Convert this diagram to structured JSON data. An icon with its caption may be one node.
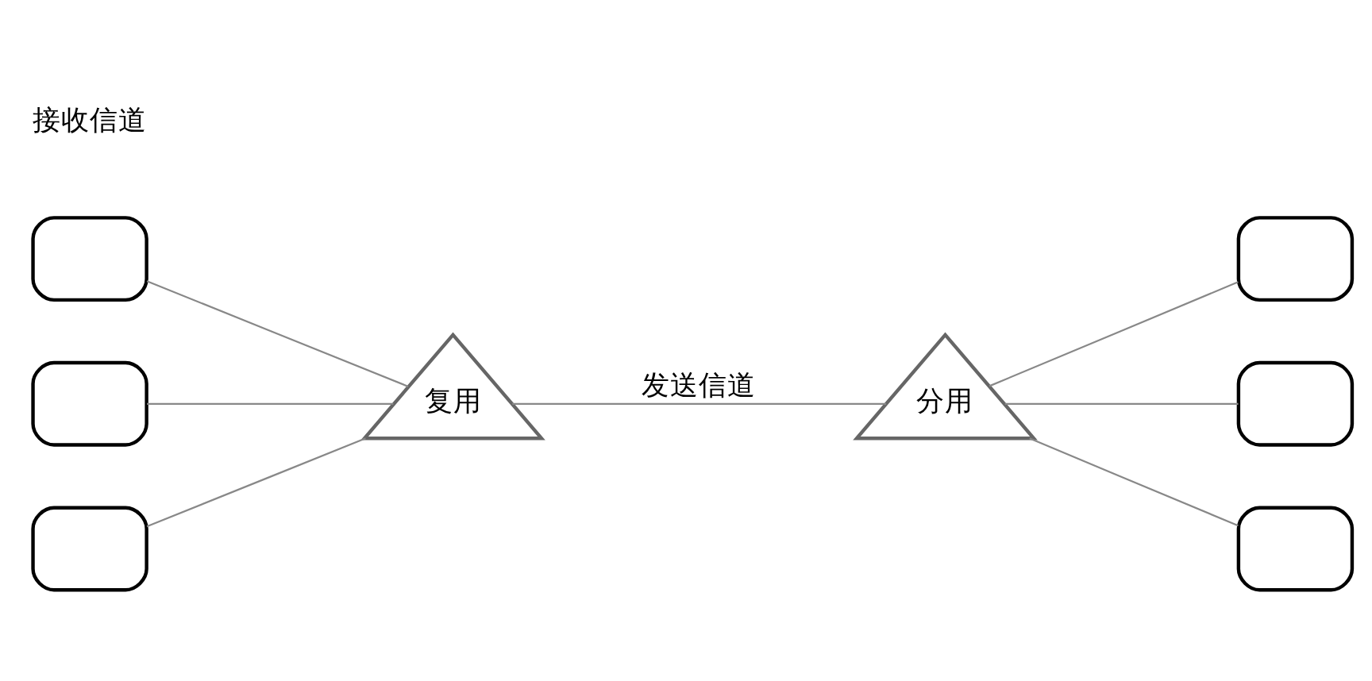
{
  "diagram": {
    "nodes": [
      {
        "text": [],
        "shape": "computer"
      },
      {
        "text": [],
        "shape": "computer"
      },
      {
        "text": [],
        "shape": "computer"
      },
      {
        "text": [
          "复用"
        ]
      },
      {
        "text": [
          "分用"
        ]
      },
      {
        "text": [],
        "shape": "computer"
      },
      {
        "text": [],
        "shape": "computer"
      },
      {
        "text": [],
        "shape": "computer"
      }
    ],
    "edges": [
      {
        "from": 0,
        "to": 3,
        "arrow": "none"
      },
      {
        "from": 1,
        "to": 3,
        "arrow": "none"
      },
      {
        "from": 2,
        "to": 3,
        "arrow": "none"
      },
      {
        "from": 3,
        "to": 4,
        "arrow": "none",
        "label": "发送信道"
      },
      {
        "from": 4,
        "to": 5,
        "arrow": "none"
      },
      {
        "from": 4,
        "to": 6,
        "arrow": "none"
      },
      {
        "from": 4,
        "to": 7,
        "arrow": "none"
      }
    ],
    "labels": [
      "接收信道"
    ]
  }
}
